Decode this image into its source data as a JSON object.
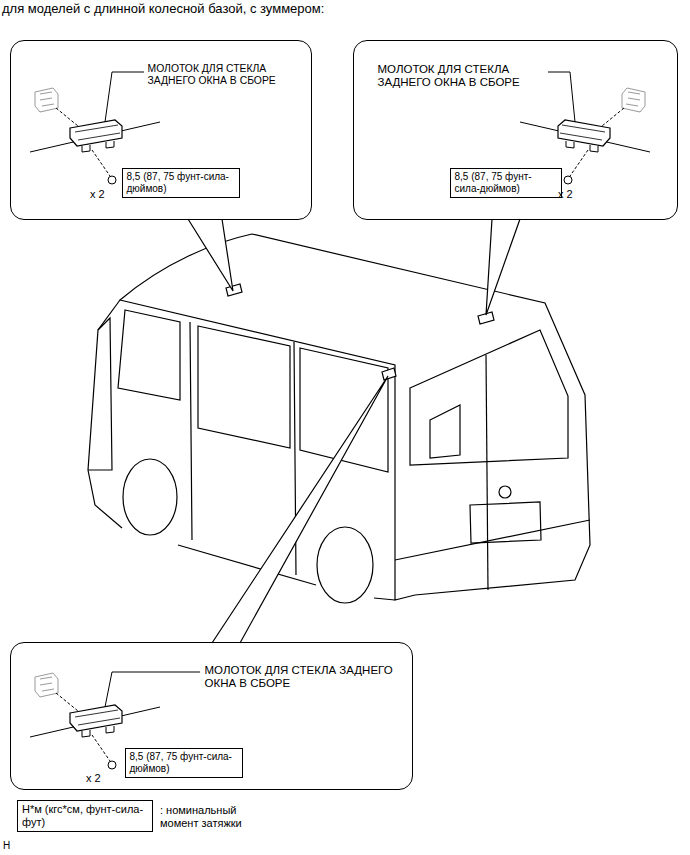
{
  "diagram": {
    "title": "для моделей с длинной колесной базой, с зуммером:",
    "nodes": [
      {
        "text": [
          "МОЛОТОК ДЛЯ СТЕКЛА ЗАДНЕГО ОКНА В СБОРЕ"
        ]
      },
      {
        "text": [
          "8,5 (87, 75 фунт-сила-дюймов)"
        ],
        "in": 0
      },
      {
        "text": [
          "МОЛОТОК ДЛЯ СТЕКЛА ЗАДНЕГО ОКНА В СБОРЕ"
        ]
      },
      {
        "text": [
          "8,5 (87, 75 фунт-сила-дюймов)"
        ],
        "in": 2
      },
      {
        "text": [
          "МОЛОТОК ДЛЯ СТЕКЛА ЗАДНЕГО ОКНА В СБОРЕ"
        ]
      },
      {
        "text": [
          "8,5 (87, 75 фунт-сила-дюймов)"
        ],
        "in": 4
      },
      {
        "text": [
          "Н*м (кгс*см, фунт-сила-фут)"
        ]
      }
    ],
    "labels": [
      "x 2",
      "x 2",
      "x 2",
      "H"
    ],
    "legend": [
      {
        "text": ": номинальный момент затяжки"
      }
    ]
  }
}
